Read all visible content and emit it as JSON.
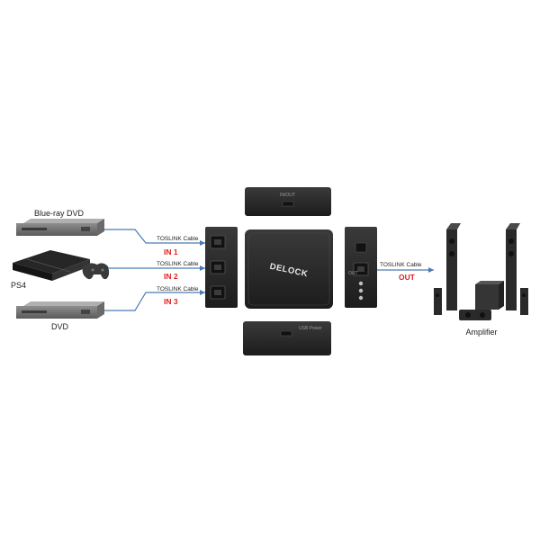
{
  "sources": {
    "bluray_label": "Blue-ray DVD",
    "ps4_label": "PS4",
    "dvd_label": "DVD"
  },
  "cables": {
    "in1_cable": "TOSLINK Cable",
    "in2_cable": "TOSLINK Cable",
    "in3_cable": "TOSLINK Cable",
    "out_cable": "TOSLINK Cable"
  },
  "ports": {
    "in1": "IN 1",
    "in2": "IN 2",
    "in3": "IN 3",
    "out": "OUT"
  },
  "switch": {
    "brand": "DELOCK",
    "top_side_label": "IN/OUT",
    "bottom_side_label": "USB Power",
    "right_side_label": "OUT"
  },
  "amplifier_label": "Amplifier",
  "colors": {
    "arrow": "#4a7ab3",
    "port_text": "#e02020",
    "device": "#2b2b2b"
  }
}
